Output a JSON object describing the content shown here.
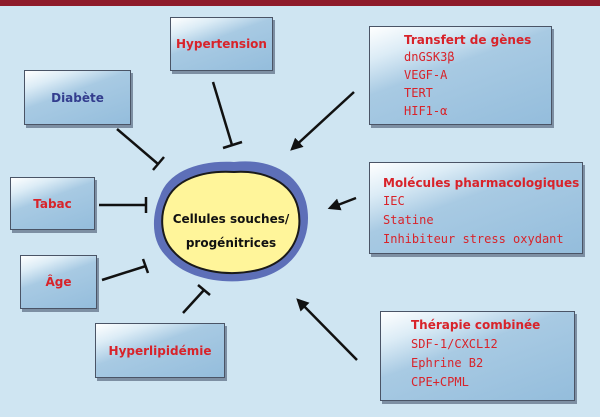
{
  "center": {
    "line1": "Cellules souches/",
    "line2": "progénitrices"
  },
  "risk_factors": {
    "hypertension": "Hypertension",
    "diabete": "Diabète",
    "tabac": "Tabac",
    "age": "Âge",
    "hyperlipidemie": "Hyperlipidémie"
  },
  "therapies": {
    "genes": {
      "title": "Transfert de gènes",
      "items": [
        "dnGSK3β",
        "VEGF-A",
        "TERT",
        "HIF1-α"
      ]
    },
    "pharma": {
      "title": "Molécules pharmacologiques",
      "items": [
        "IEC",
        "Statine",
        "Inhibiteur stress oxydant"
      ]
    },
    "combined": {
      "title": "Thérapie combinée",
      "items": [
        "SDF-1/CXCL12",
        "Ephrine B2",
        "CPE+CPML"
      ]
    }
  },
  "colors": {
    "risk_red": "#d8232a",
    "diabete_blue": "#333d8e",
    "cell_fill": "#fff59a",
    "cell_rim": "#5d6fb8",
    "background": "#cfe5f2",
    "top_bar": "#8e1b2a"
  }
}
